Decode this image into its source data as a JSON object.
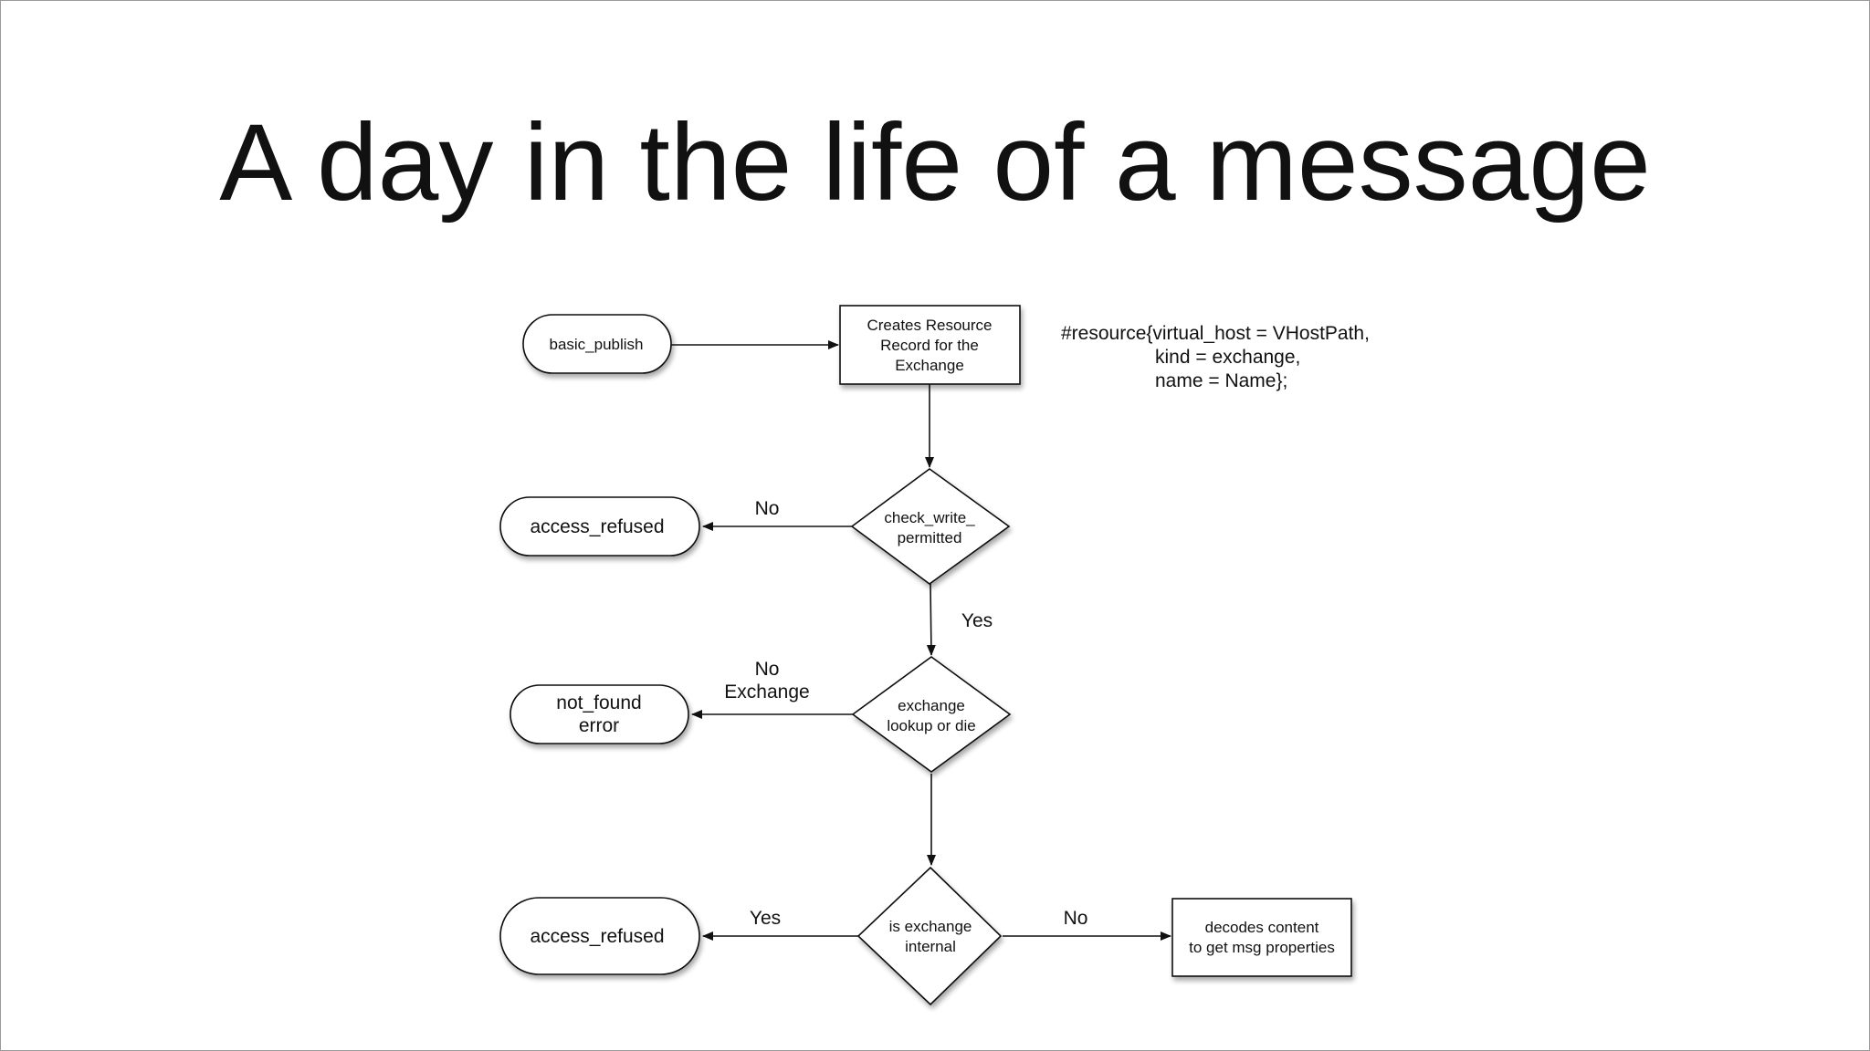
{
  "slide": {
    "title": "A day in the life of a message"
  },
  "diagram": {
    "nodes": {
      "basic_publish": "basic_publish",
      "create_resource": [
        "Creates Resource",
        "Record for the",
        "Exchange"
      ],
      "check_write": [
        "check_write_",
        "permitted"
      ],
      "access_refused_1": "access_refused",
      "exchange_lookup": [
        "exchange",
        "lookup or die"
      ],
      "not_found": [
        "not_found",
        "error"
      ],
      "is_internal": [
        "is exchange",
        "internal"
      ],
      "access_refused_2": "access_refused",
      "decodes": [
        "decodes content",
        "to get msg properties"
      ]
    },
    "edges": {
      "no_1": "No",
      "yes_1": "Yes",
      "no_exchange": [
        "No",
        "Exchange"
      ],
      "yes_2": "Yes",
      "no_2": "No"
    },
    "note": [
      "#resource{virtual_host = VHostPath,",
      "kind = exchange,",
      "name = Name};"
    ]
  }
}
